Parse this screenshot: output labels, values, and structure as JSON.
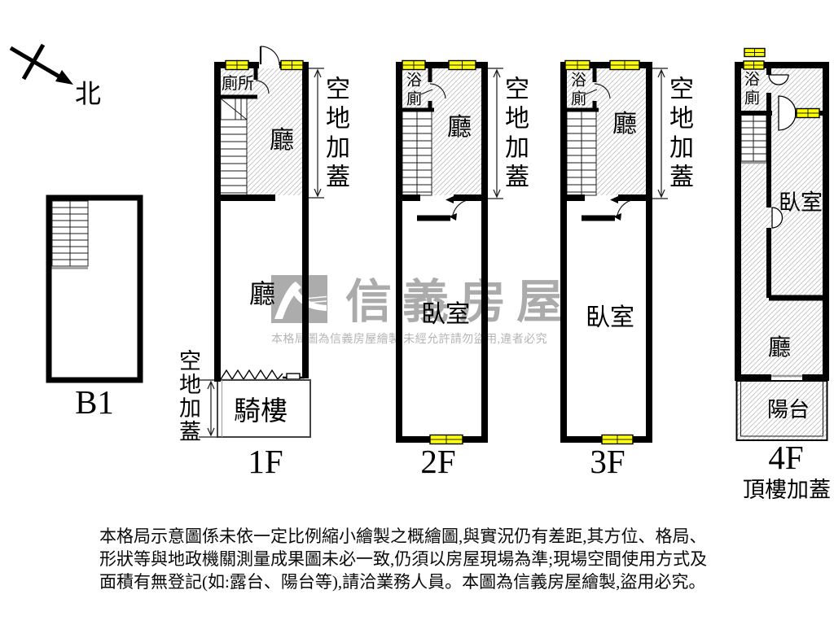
{
  "compass": {
    "north_label": "北"
  },
  "watermark": {
    "brand": "信義房屋",
    "notice": "本格局圖為信義房屋繪製,未經允許請勿盜用,違者必究"
  },
  "floors": {
    "b1": {
      "label": "B1"
    },
    "f1": {
      "label": "1F",
      "toilet": "廁所",
      "front_hall": "廳",
      "hall": "廳",
      "arcade": "騎樓",
      "open_cover_right": "空地加蓋",
      "open_cover_left": "空地加蓋"
    },
    "f2": {
      "label": "2F",
      "bath": "浴廁",
      "hall": "廳",
      "bedroom": "臥室",
      "open_cover": "空地加蓋"
    },
    "f3": {
      "label": "3F",
      "bath": "浴廁",
      "hall": "廳",
      "bedroom": "臥室",
      "open_cover": "空地加蓋"
    },
    "f4": {
      "label": "4F",
      "sublabel": "頂樓加蓋",
      "bath": "浴廁",
      "bedroom": "臥室",
      "hall": "廳",
      "balcony": "陽台"
    }
  },
  "disclaimer": {
    "line1": "本格局示意圖係未依一定比例縮小繪製之概繪圖,與實況仍有差距,其方位、格局、",
    "line2": "形狀等與地政機關測量成果圖未必一致,仍須以房屋現場為準;現場空間使用方式及",
    "line3": "面積有無登記(如:露台、陽台等),請洽業務人員。本圖為信義房屋繪製,盜用必究。"
  },
  "colors": {
    "wall": "#000000",
    "window": "#ffff00",
    "hatch": "#c8c8c8",
    "watermark_gray": "#ababab"
  }
}
